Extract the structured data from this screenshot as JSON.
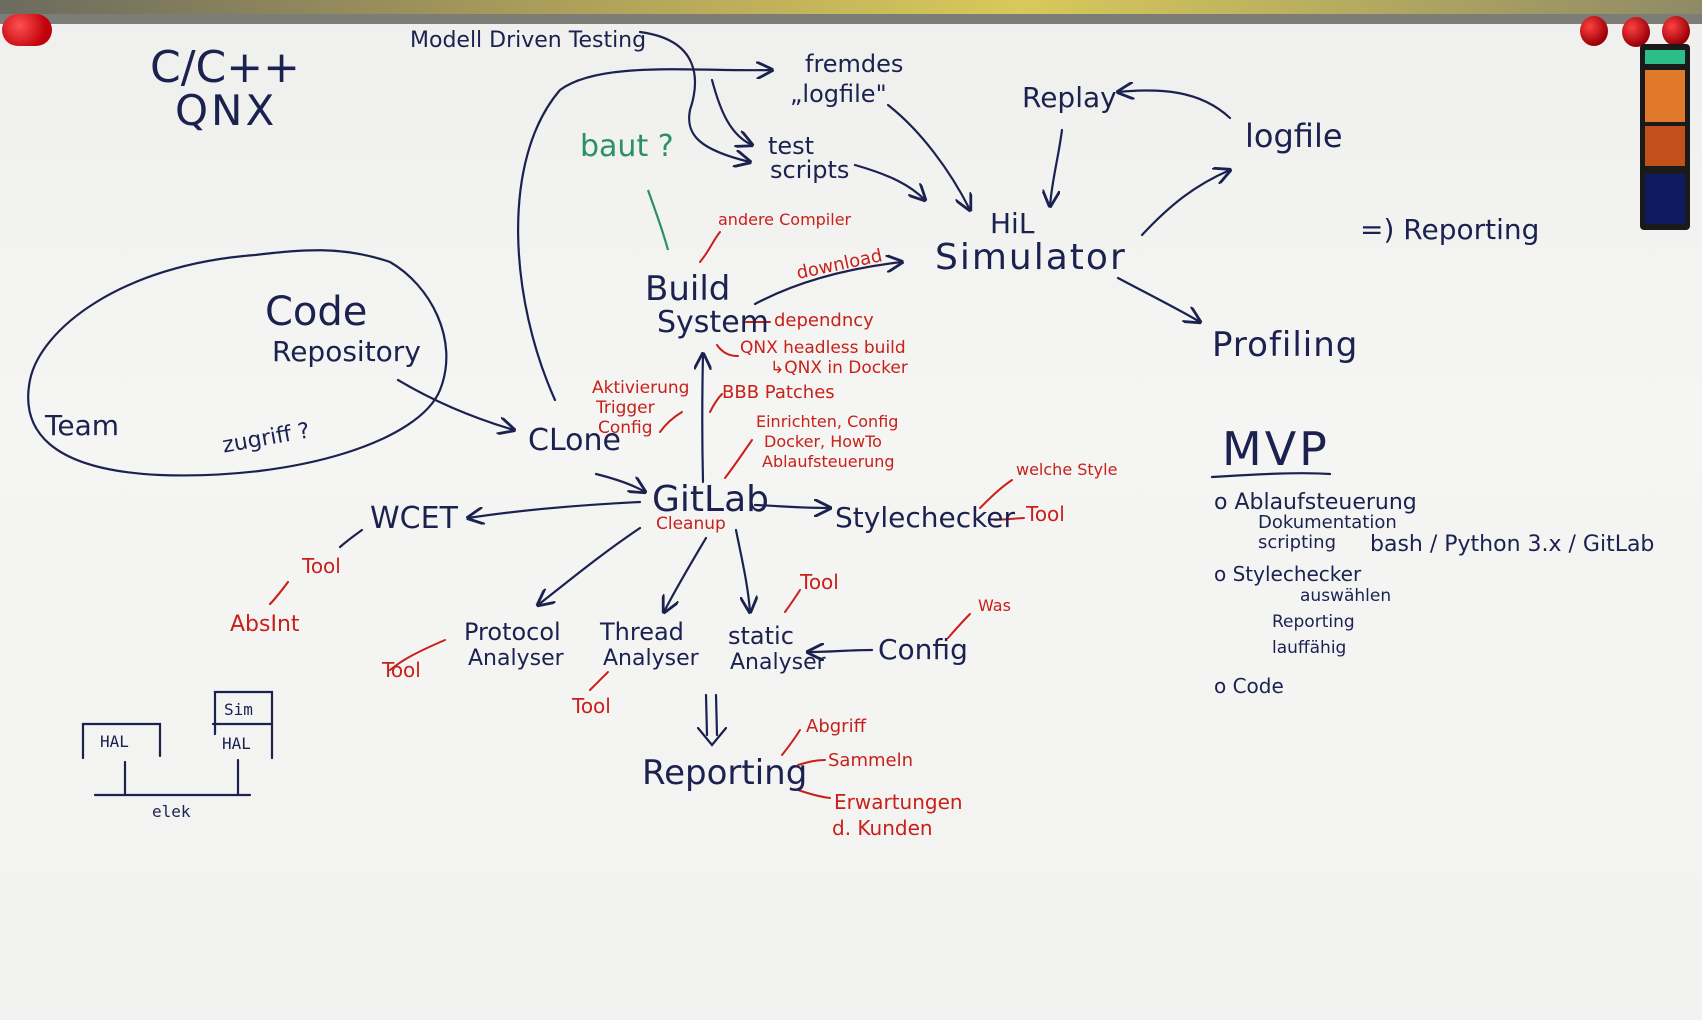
{
  "colors": {
    "ink_blue": "#1b2250",
    "ink_red": "#c8201a",
    "ink_green": "#2c8f6a",
    "magnet_red": "#d0101a"
  },
  "labels": {
    "lang": "C/C++",
    "os": "QNX",
    "mdt": "Modell Driven Testing",
    "fremdes": "fremdes",
    "logfile_q": "„logfile\"",
    "test": "test",
    "scripts": "scripts",
    "baut": "baut ?",
    "replay": "Replay",
    "logfile": "logfile",
    "reporting_arrow": "=) Reporting",
    "hil": "HiL",
    "simulator": "Simulator",
    "andere": "andere Compiler",
    "download": "download",
    "build": "Build",
    "system": "System",
    "dependency": "dependncy",
    "qnx_headless": "QNX headless build",
    "qnx_docker": "↳QNX in Docker",
    "bbb": "BBB Patches",
    "code": "Code",
    "repository": "Repository",
    "team": "Team",
    "zugriff": "zugriff ?",
    "aktivierung": "Aktivierung",
    "trigger": "Trigger",
    "config_red": "Config",
    "clone": "CLone",
    "einrichten": "Einrichten, Config",
    "docker_howto": "Docker, HowTo",
    "ablauf_red": "Ablaufsteuerung",
    "gitlab": "GitLab",
    "cleanup": "Cleanup",
    "wcet": "WCET",
    "stylechecker": "Stylechecker",
    "welche": "welche Style",
    "tool": "Tool",
    "absint": "AbsInt",
    "protocol": "Protocol",
    "analyser": "Analyser",
    "thread": "Thread",
    "static": "static",
    "config": "Config",
    "was": "Was",
    "reporting": "Reporting",
    "abgriff": "Abgriff",
    "sammeln": "Sammeln",
    "erwartungen": "Erwartungen",
    "kunden": "d. Kunden",
    "sim": "Sim",
    "hal": "HAL",
    "elek": "elek",
    "profiling": "Profiling",
    "mvp": "MVP"
  },
  "mvp_list": {
    "item1": "o Ablaufsteuerung",
    "item1_a": "Dokumentation",
    "item1_b": "scripting",
    "item1_c": "bash / Python 3.x / GitLab",
    "item2": "o Stylechecker",
    "item2_a": "auswählen",
    "item2_b": "Reporting",
    "item2_c": "lauffähig",
    "item3": "o Code"
  }
}
